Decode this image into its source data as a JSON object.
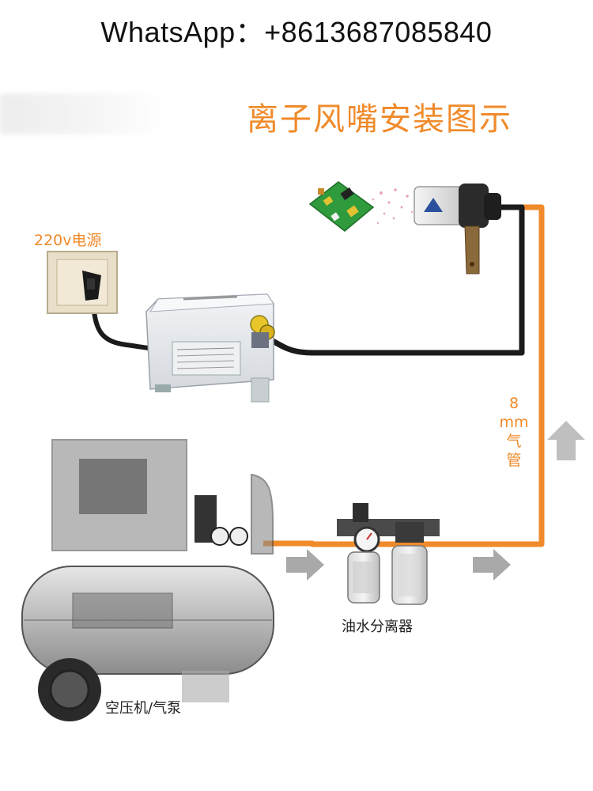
{
  "contact": "WhatsApp：+8613687085840",
  "title": "离子风嘴安装图示",
  "labels": {
    "power": "220v电源",
    "tube_size": "8",
    "tube_unit": "mm",
    "tube_1": "气",
    "tube_2": "管",
    "filter": "油水分离器",
    "compressor": "空压机/气泵"
  },
  "colors": {
    "accent": "#f08a2a",
    "cable": "#1b1b1b",
    "arrow": "#9a9a9a"
  }
}
